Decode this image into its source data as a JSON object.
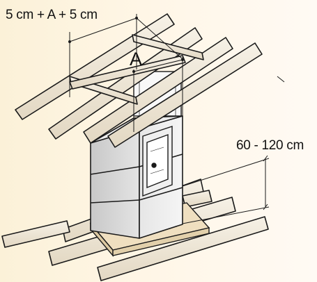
{
  "labels": {
    "top_dimension": "5 cm + A + 5 cm",
    "opening_width": "A",
    "height_range": "60 - 120 cm"
  },
  "colors": {
    "background": "#fdf3dc",
    "timber": "#f0e8d8",
    "stone": "#d9d9d9",
    "hearth": "#efdfc0",
    "ink": "#1a1a1a"
  },
  "icons": [
    "stove-door-handle-icon"
  ]
}
